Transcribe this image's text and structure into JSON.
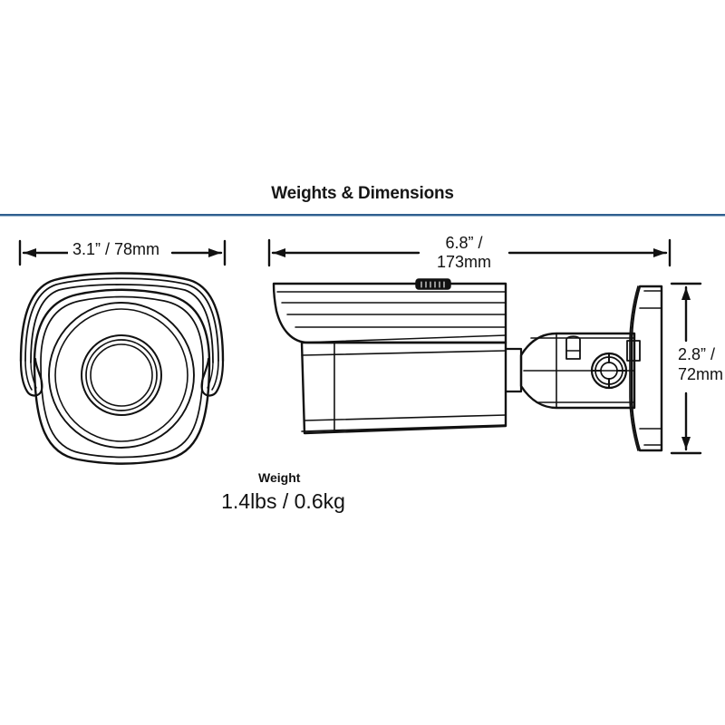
{
  "page": {
    "background_color": "#ffffff",
    "section_title": "Weights & Dimensions",
    "rule_color": "#2f5f8f"
  },
  "dimensions": {
    "front_width": {
      "label": "3.1” / 78mm",
      "inches": "3.1”",
      "millimeters": "78mm",
      "orientation": "horizontal",
      "view": "front"
    },
    "side_length": {
      "line_1": "6.8” /",
      "line_2": "173mm",
      "inches": "6.8”",
      "millimeters": "173mm",
      "orientation": "horizontal",
      "view": "side"
    },
    "side_height": {
      "line_1": "2.8” /",
      "line_2": "72mm",
      "inches": "2.8”",
      "millimeters": "72mm",
      "orientation": "vertical",
      "view": "side"
    }
  },
  "weight": {
    "legend": "Weight",
    "value": "1.4lbs / 0.6kg",
    "pounds": "1.4lbs",
    "kilograms": "0.6kg",
    "border_color": "#1f3f6b"
  },
  "drawings": {
    "front_view": {
      "name": "bullet-camera-front-view",
      "description": "Front elevation of a bullet security camera showing rounded-square housing, concentric lens rings and sun shade visor with side tabs"
    },
    "side_view": {
      "name": "bullet-camera-side-view",
      "description": "Side elevation of a bullet security camera with sun shade, body, adjustment knob on top, mounting arm with screw and wall plate"
    }
  }
}
